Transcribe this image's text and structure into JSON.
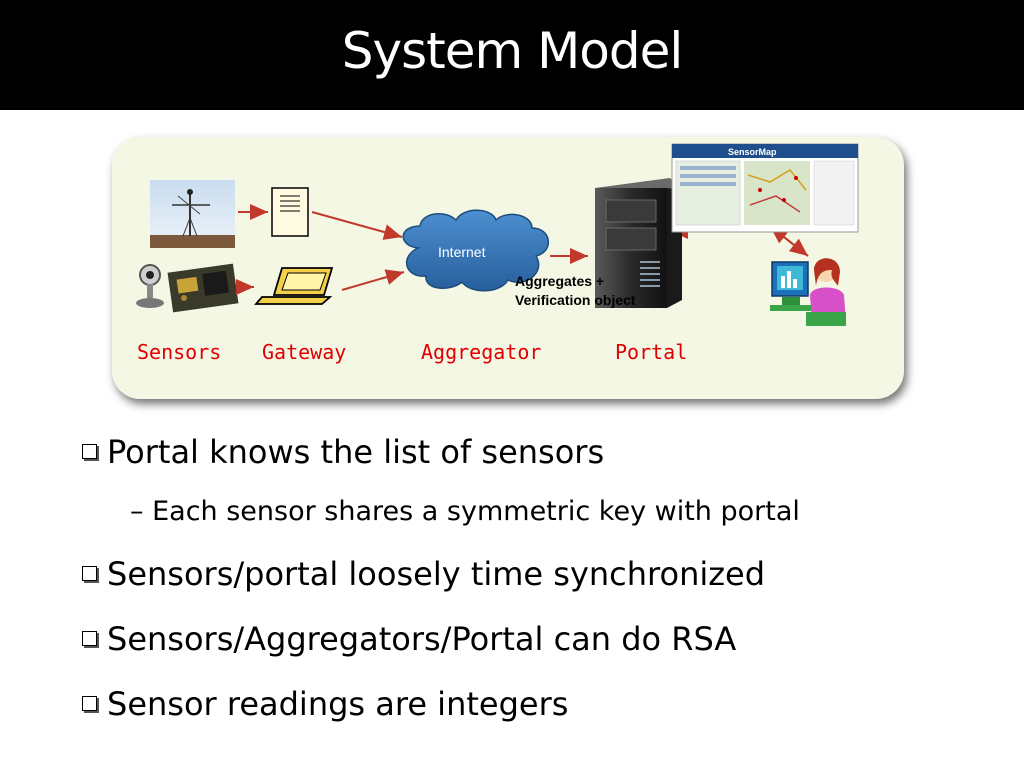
{
  "slide": {
    "title": "System Model"
  },
  "diagram": {
    "cloud_label": "Internet",
    "aggregates_note_line1": "Aggregates +",
    "aggregates_note_line2": "Verification object",
    "screen_brand": "SensorMap",
    "labels": {
      "sensors": "Sensors",
      "gateway": "Gateway",
      "aggregator": "Aggregator",
      "portal": "Portal"
    },
    "colors": {
      "panel": "#f5f7e5",
      "arrow": "#c0392b",
      "cloud": "#2f6fb0",
      "label": "#e00000"
    }
  },
  "bullets": [
    {
      "text": "Portal knows the list of sensors"
    },
    {
      "text": "Each sensor shares a symmetric key with portal"
    },
    {
      "text": "Sensors/portal loosely time synchronized"
    },
    {
      "text": "Sensors/Aggregators/Portal can do RSA"
    },
    {
      "text": "Sensor readings are integers"
    }
  ]
}
